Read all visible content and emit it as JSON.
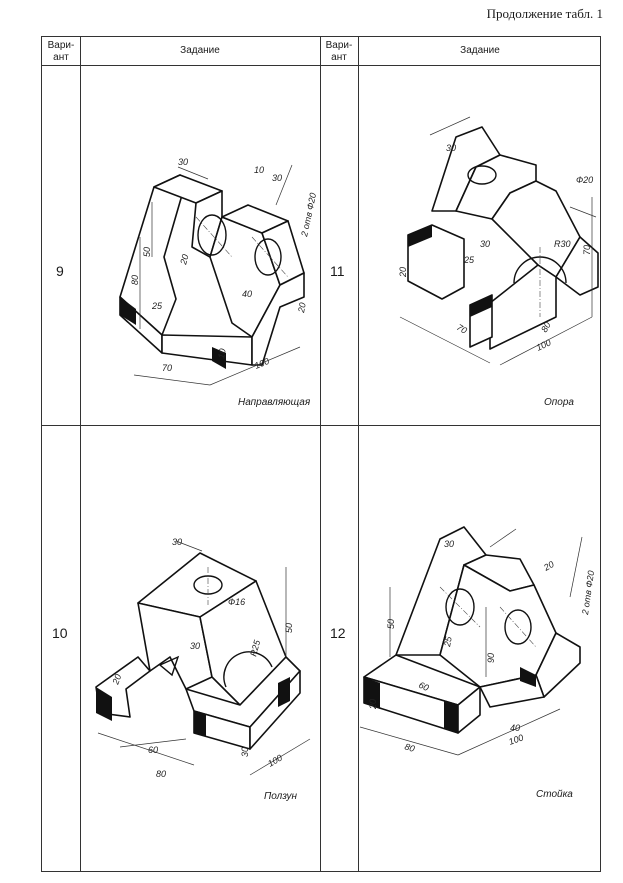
{
  "caption": "Продолжение табл. 1",
  "header": {
    "variant_label": "Вари-\nант",
    "task_label": "Задание"
  },
  "cells": [
    {
      "variant": "9",
      "name": "Направляющая",
      "dims": [
        "30",
        "10",
        "30",
        "2 отв Ф20",
        "50",
        "20",
        "80",
        "40",
        "25",
        "20",
        "70",
        "10",
        "100"
      ]
    },
    {
      "variant": "11",
      "name": "Опора",
      "dims": [
        "30",
        "Ф20",
        "70",
        "30",
        "R30",
        "25",
        "20",
        "80",
        "70",
        "100"
      ]
    },
    {
      "variant": "10",
      "name": "Ползун",
      "dims": [
        "30",
        "Ф16",
        "50",
        "30",
        "R25",
        "20",
        "60",
        "30",
        "80",
        "100"
      ]
    },
    {
      "variant": "12",
      "name": "Стойка",
      "dims": [
        "30",
        "20",
        "2 отв Ф20",
        "50",
        "25",
        "90",
        "60",
        "20",
        "40",
        "80",
        "100"
      ]
    }
  ]
}
